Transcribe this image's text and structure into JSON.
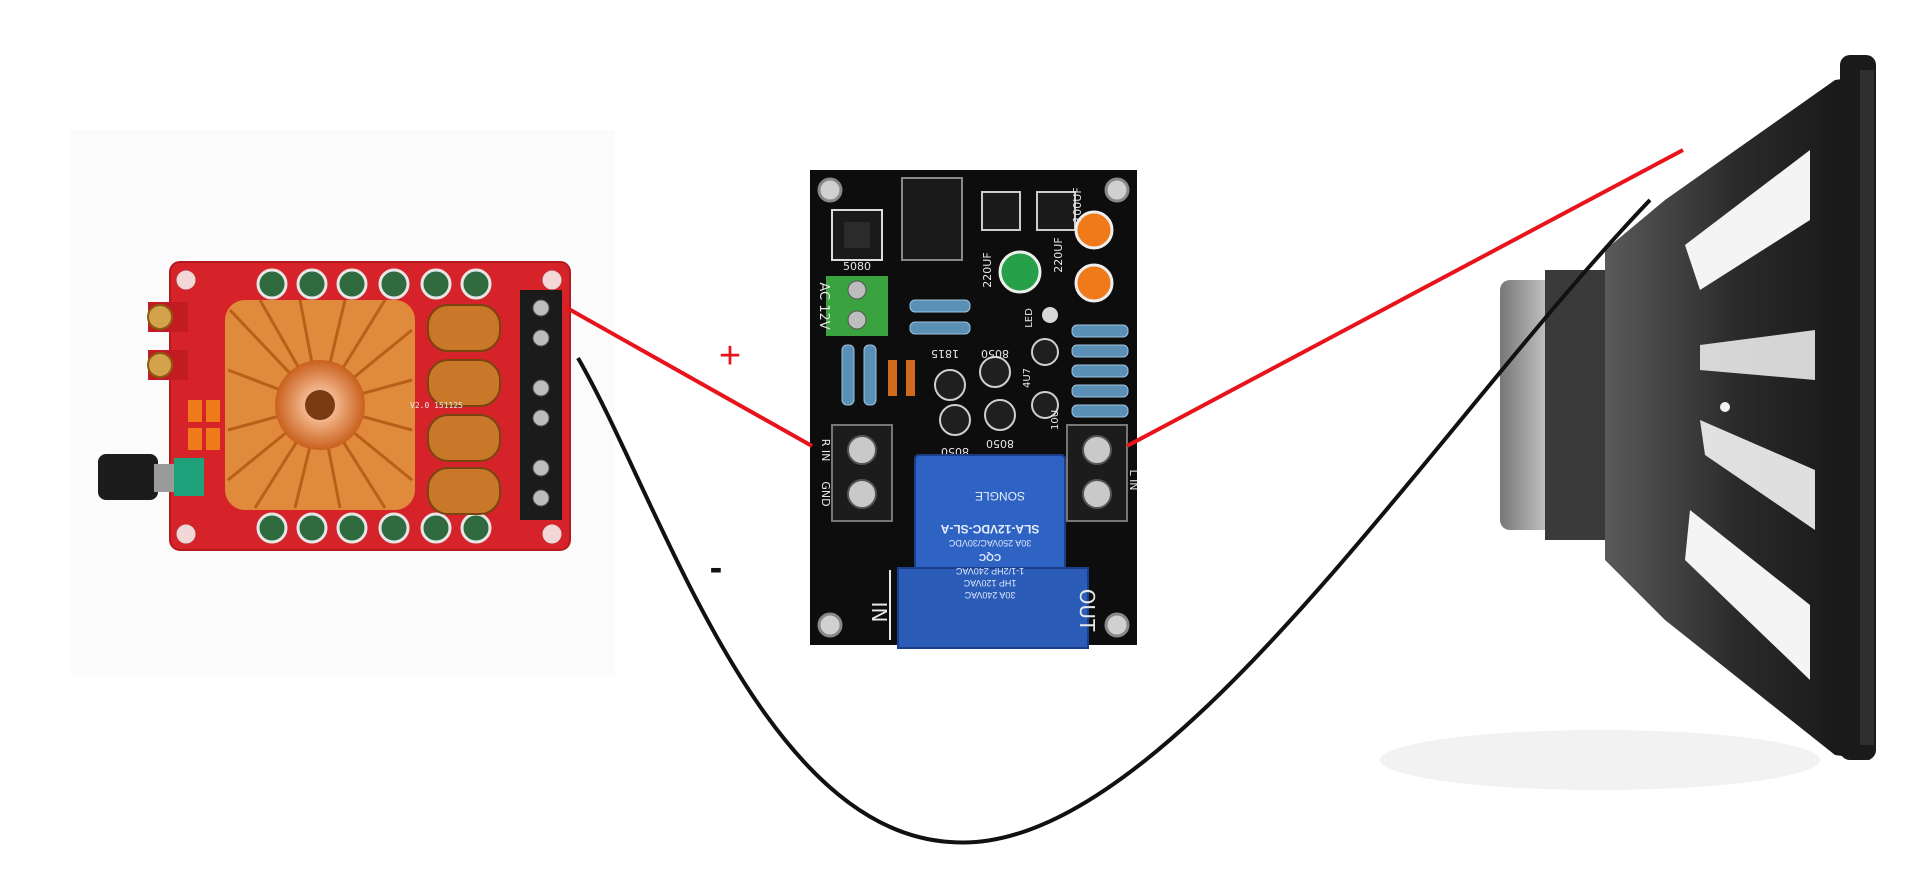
{
  "diagram": {
    "nodes": [
      {
        "id": "amplifier",
        "kind": "amplifier-board",
        "silkscreen": "V2.0 151125"
      },
      {
        "id": "protection",
        "kind": "speaker-protection-board"
      },
      {
        "id": "speaker",
        "kind": "loudspeaker"
      }
    ],
    "protection_board": {
      "in_label": "IN",
      "out_label": "OUT",
      "rin_label": "R IN",
      "gnd_label": "GND",
      "lin_label": "L IN",
      "pwr_label": "AC 12V",
      "relay": {
        "brand": "SONGLE",
        "model": "SLA-12VDC-SL-A",
        "rating1": "30A 250VAC/30VDC",
        "rating2": "1-1/2HP 240VAC",
        "rating3": "1HP 120VAC",
        "rating4": "30A 240VAC",
        "cqc": "CQC"
      },
      "components": {
        "c1": "220UF",
        "c2": "220UF",
        "c3": "100UF",
        "c4": "4U7",
        "c5": "10U",
        "t1": "8050",
        "t2": "8050",
        "t3": "8050",
        "t4": "1815",
        "led": "LED",
        "ic": "5080"
      }
    },
    "connections": [
      {
        "from": "amplifier",
        "to": "protection",
        "polarity": "+",
        "wire_color": "#e8141c"
      },
      {
        "from": "protection",
        "to": "speaker",
        "polarity": "+",
        "wire_color": "#e8141c"
      },
      {
        "from": "amplifier",
        "to": "speaker",
        "polarity": "-",
        "wire_color": "#111111"
      }
    ],
    "plus_label": "+",
    "minus_label": "-"
  }
}
